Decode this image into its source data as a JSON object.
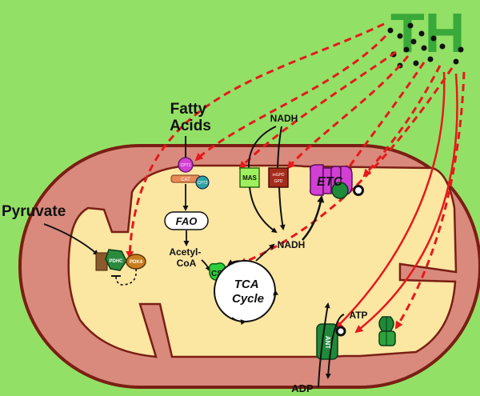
{
  "colors": {
    "background": "#93e066",
    "outer_membrane": "#d98a7c",
    "matrix": "#fbe6a2",
    "border": "#7a1f14",
    "th_arrow": "#e41a1c",
    "th_text": "#39a93a"
  },
  "labels": {
    "th": "TH",
    "fatty_acids_line1": "Fatty",
    "fatty_acids_line2": "Acids",
    "pyruvate": "Pyruvate",
    "nadh_top": "NADH",
    "nadh_mid": "NADH",
    "fao": "FAO",
    "acetyl_line1": "Acetyl-",
    "acetyl_line2": "CoA",
    "cs": "CS",
    "tca_line1": "TCA",
    "tca_line2": "Cycle",
    "etc": "ETC",
    "atp": "ATP",
    "adp": "ADP",
    "mas": "MAS",
    "cpt1": "CPT1",
    "cpt2": "CPT2",
    "cat": "CAT",
    "pdhc": "PDHC",
    "pdk4": "PDK4",
    "ant": "ANT",
    "gpd_line1": "mGPD",
    "gpd_line2": "GPD"
  },
  "icons": [
    "cpt1-transporter-icon",
    "cpt2-transporter-icon",
    "cat-transporter-icon",
    "mas-shuttle-icon",
    "gpd-shuttle-icon",
    "etc-complex-icon",
    "pdhc-complex-icon",
    "pdk4-kinase-icon",
    "ant-translocator-icon",
    "atp-synthase-icon",
    "th-molecule-icon"
  ]
}
